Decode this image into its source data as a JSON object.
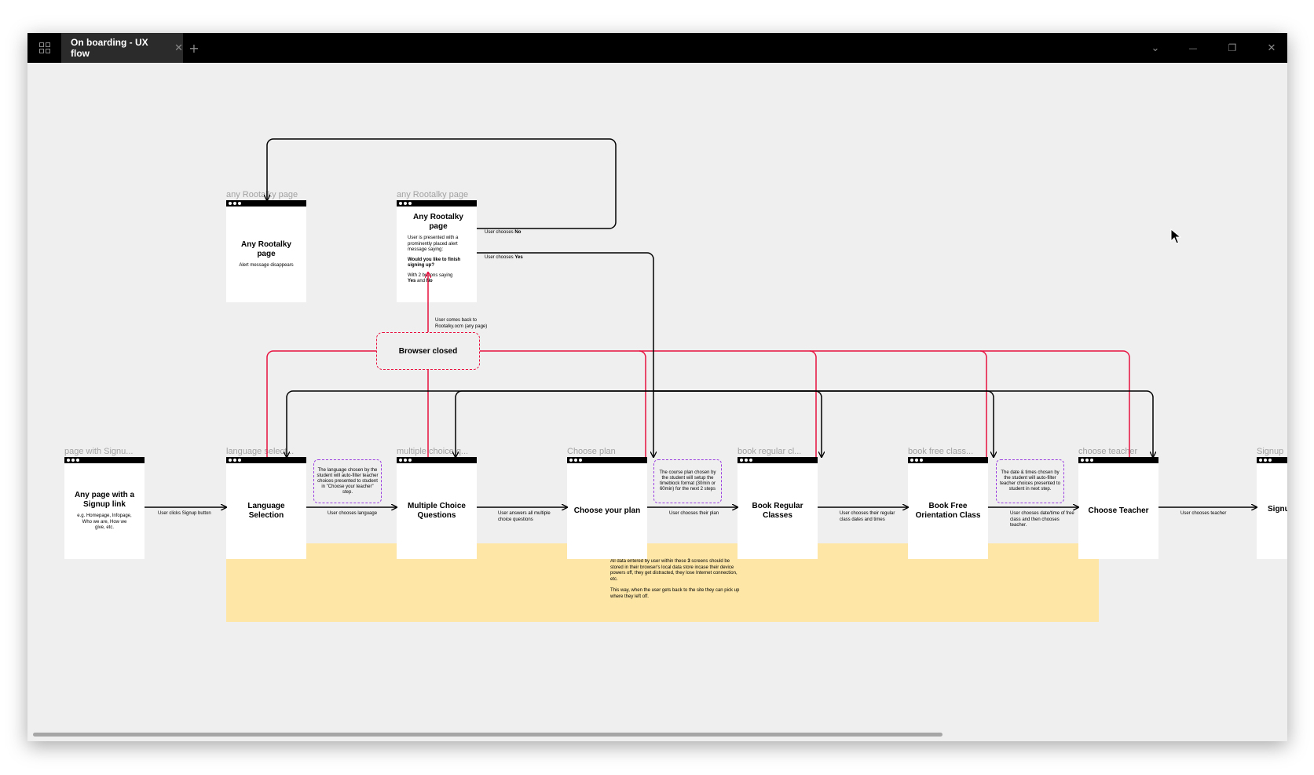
{
  "window": {
    "tab_title": "On boarding - UX flow",
    "tab_close": "✕",
    "add_tab": "+",
    "controls": {
      "dropdown": "⌄",
      "minimize": "—",
      "restore": "❐",
      "close": "✕"
    }
  },
  "frames": {
    "alert_disappears": {
      "label": "any Rootalky page",
      "title": "Any Rootalky page",
      "sub": "Alert message disappears"
    },
    "alert": {
      "label": "any Rootalky page",
      "title": "Any Rootalky page",
      "p1": "User is presented with a prominently placed alert message saying:",
      "p2": "Would you like to finish signing up?",
      "p3_pre": "With 2 buttons saying",
      "yes": "Yes",
      "and": " and ",
      "no": "No"
    },
    "signup_link": {
      "label": "page with Signu...",
      "title": "Any page with a Signup link",
      "sub": "e.g. Homepage, Infopage, Who we are, How we give, etc."
    },
    "language": {
      "label": "language select...",
      "title": "Language Selection"
    },
    "mcq": {
      "label": "multiple choice q...",
      "title": "Multiple Choice Questions"
    },
    "plan": {
      "label": "Choose plan",
      "title": "Choose your plan"
    },
    "regular": {
      "label": "book regular cl...",
      "title": "Book Regular Classes"
    },
    "free": {
      "label": "book free class...",
      "title": "Book Free Orientation Class"
    },
    "teacher": {
      "label": "choose teacher",
      "title": "Choose Teacher"
    },
    "signup": {
      "label": "Signup",
      "title": "Signup"
    }
  },
  "notes": {
    "language": "The language chosen by the student will auto-filter teacher choices presented to student in \"Choose your teacher\" step.",
    "plan": "The course plan chosen by the student will setup the timeblock format (30min or 60min) for the next 2 steps",
    "datetime": "The date & times chosen by the student will auto-filter teacher choices presented to student in next step."
  },
  "edges": {
    "clicks_signup": "User clicks Signup button",
    "chooses_language": "User chooses language",
    "answers_mcq": "User answers all multiple choice questions",
    "chooses_plan": "User chooses their plan",
    "chooses_regular": "User chooses their regular class dates and times",
    "chooses_free": "User chooses date/time of free class and then chooses teacher.",
    "chooses_teacher": "User chooses teacher",
    "comes_back": "User comes back to Rootalky.ocm (any page)",
    "chooses_no_pre": "User chooses ",
    "no": "No",
    "chooses_yes_pre": "User chooses ",
    "yes": "Yes"
  },
  "browser_closed": "Browser closed",
  "storage_note": {
    "p1_pre": "All data entered by user within these ",
    "p1_num": "3",
    "p1_post": " screens should be stored in their browser's local data store incase their device powers off, they get distracted, they lose Internet connection, etc.",
    "p2": "This way, when the user gets back to the site they can pick up where they left off."
  },
  "colors": {
    "flow": "#000000",
    "interrupt": "#e8113f",
    "note_border": "#9b3fe0",
    "storage": "#fde6a6"
  }
}
